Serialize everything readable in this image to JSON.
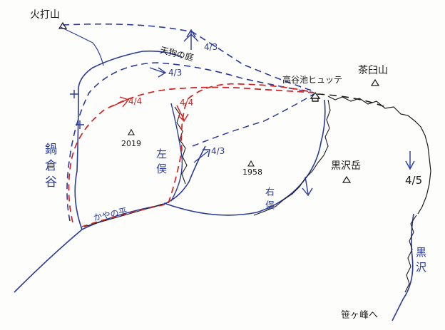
{
  "peaks": {
    "hiuchi": "火打山",
    "chausu": "茶臼山",
    "kurosawadake": "黒沢岳"
  },
  "spots": {
    "gaki": "天狗の庭",
    "hut": "高谷池ヒュッテ",
    "destination": "笹ヶ峰へ"
  },
  "elevations": {
    "e2019": "2019",
    "e1958": "1958"
  },
  "valleys": {
    "nabekura": "鍋倉谷",
    "sabo": "左俣",
    "migimata": "右俣",
    "kurosawa": "黒沢",
    "kyumawari": "かやの平"
  },
  "dates": {
    "d43a": "4/3",
    "d43b": "4/3",
    "d43c": "4/3",
    "d44a": "4/4",
    "d44b": "4/4",
    "d45": "4/5"
  },
  "colors": {
    "route_blue": "#2a3a9c",
    "route_red": "#d42020",
    "stream": "#2a3a9c",
    "ridge": "#1a1a1a"
  }
}
